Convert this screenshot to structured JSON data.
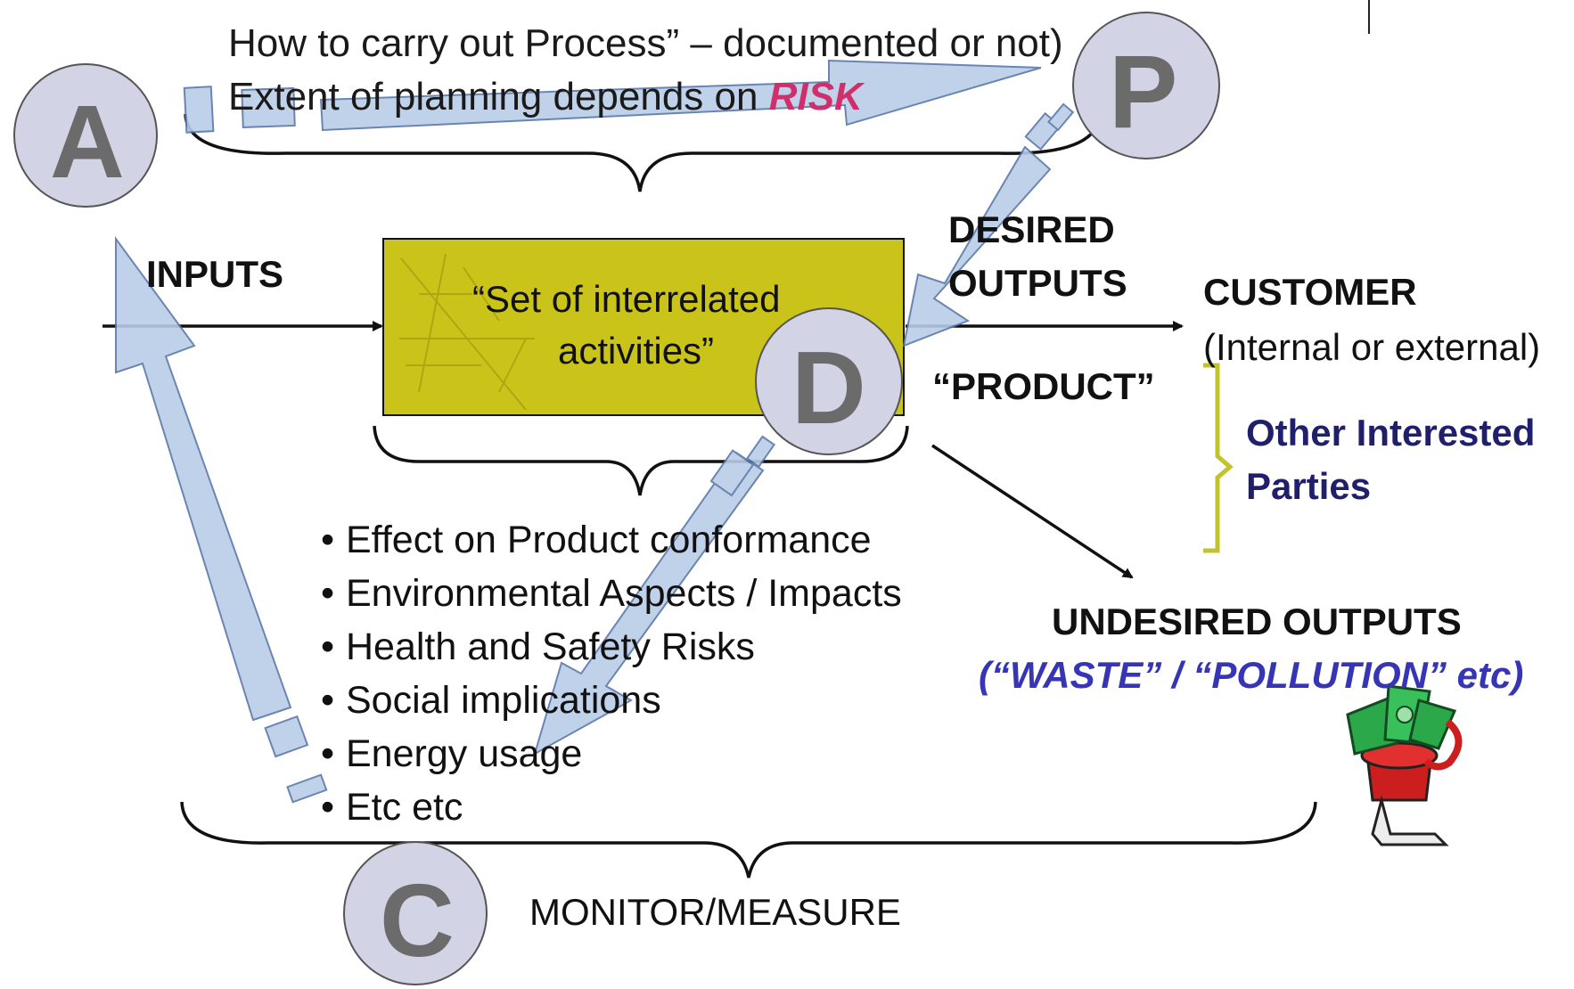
{
  "planning": {
    "line1": "How to carry out Process” – documented or not)",
    "line2_prefix": "Extent of planning depends on ",
    "line2_risk": "RISK"
  },
  "cycle": {
    "plan": "P",
    "do": "D",
    "check": "C",
    "act": "A"
  },
  "process_box": {
    "line1": "“Set of interrelated",
    "line2": "activities”"
  },
  "labels": {
    "inputs": "INPUTS",
    "desired_outputs_1": "DESIRED",
    "desired_outputs_2": "OUTPUTS",
    "product": "“PRODUCT”",
    "customer": "CUSTOMER",
    "customer_sub": "(Internal or external)",
    "other_parties_1": "Other Interested",
    "other_parties_2": "Parties",
    "undesired": "UNDESIRED OUTPUTS",
    "waste": "(“WASTE” / “POLLUTION” etc)",
    "monitor": "MONITOR/MEASURE"
  },
  "considerations": [
    "Effect on Product conformance",
    "Environmental Aspects / Impacts",
    "Health and Safety Risks",
    "Social implications",
    "Energy usage",
    "Etc etc"
  ],
  "colors": {
    "arrow_fill": "#b9cde8",
    "circle_fill": "#d3d3e6",
    "letter": "#6b6b6b",
    "box_fill": "#c9c31a",
    "risk": "#d0306a",
    "navy": "#1f1f6b",
    "waste": "#3535b5",
    "bracket_green": "#c2c22e"
  },
  "icons": [
    "money-plant-pot-icon"
  ]
}
